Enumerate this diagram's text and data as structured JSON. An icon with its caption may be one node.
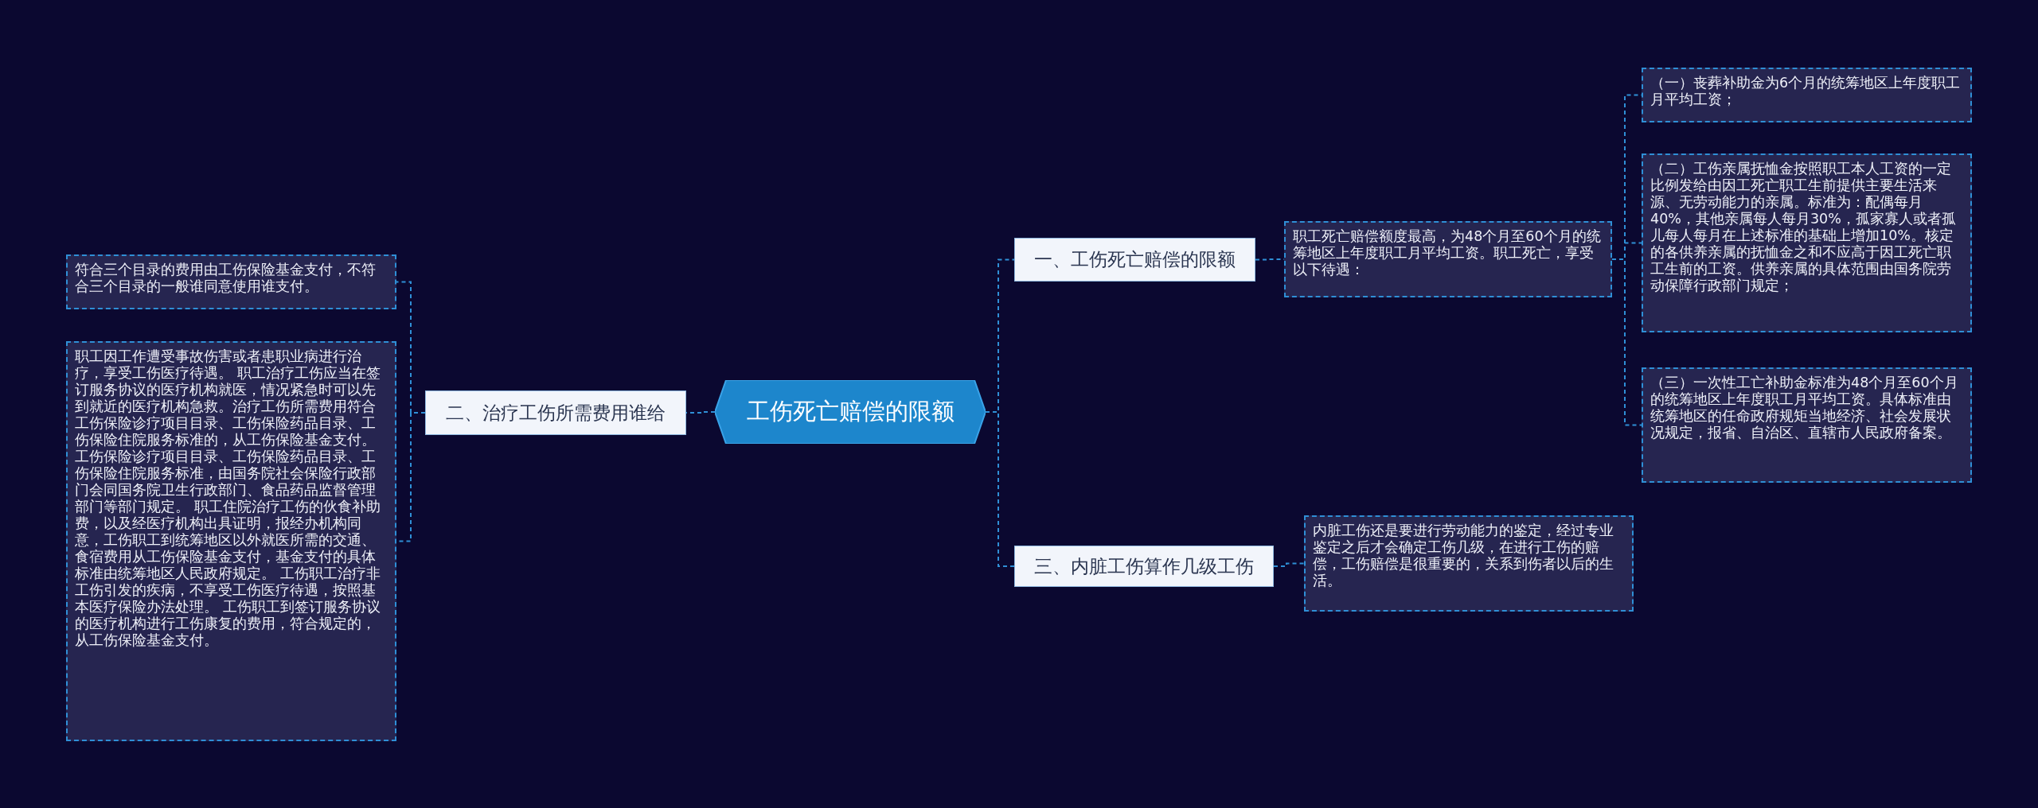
{
  "diagram": {
    "nodes": [
      {
        "text": [
          "工伤死亡赔偿的限额"
        ]
      },
      {
        "text": [
          "一、工伤死亡赔偿的限额"
        ]
      },
      {
        "text": [
          "职工死亡赔偿额度最高，为48个月至60个月的统筹地区上年度职工月平均工资。职工死亡，享受以下待遇："
        ]
      },
      {
        "text": [
          "（一）丧葬补助金为6个月的统筹地区上年度职工月平均工资；"
        ]
      },
      {
        "text": [
          "（二）工伤亲属抚恤金按照职工本人工资的一定比例发给由因工死亡职工生前提供主要生活来源、无劳动能力的亲属。标准为：配偶每月40%，其他亲属每人每月30%，孤家寡人或者孤儿每人每月在上述标准的基础上增加10%。核定的各供养亲属的抚恤金之和不应高于因工死亡职工生前的工资。供养亲属的具体范围由国务院劳动保障行政部门规定；"
        ]
      },
      {
        "text": [
          "（三）一次性工亡补助金标准为48个月至60个月的统筹地区上年度职工月平均工资。具体标准由统筹地区的任命政府规矩当地经济、社会发展状况规定，报省、自治区、直辖市人民政府备案。"
        ]
      },
      {
        "text": [
          "二、治疗工伤所需费用谁给"
        ]
      },
      {
        "text": [
          "符合三个目录的费用由工伤保险基金支付，不符合三个目录的一般谁同意使用谁支付。"
        ]
      },
      {
        "text": [
          "职工因工作遭受事故伤害或者患职业病进行治疗，享受工伤医疗待遇。 职工治疗工伤应当在签订服务协议的医疗机构就医，情况紧急时可以先到就近的医疗机构急救。治疗工伤所需费用符合工伤保险诊疗项目目录、工伤保险药品目录、工伤保险住院服务标准的，从工伤保险基金支付。工伤保险诊疗项目目录、工伤保险药品目录、工伤保险住院服务标准，由国务院社会保险行政部门会同国务院卫生行政部门、食品药品监督管理部门等部门规定。 职工住院治疗工伤的伙食补助费，以及经医疗机构出具证明，报经办机构同意，工伤职工到统筹地区以外就医所需的交通、食宿费用从工伤保险基金支付，基金支付的具体标准由统筹地区人民政府规定。 工伤职工治疗非工伤引发的疾病，不享受工伤医疗待遇，按照基本医疗保险办法处理。 工伤职工到签订服务协议的医疗机构进行工伤康复的费用，符合规定的，从工伤保险基金支付。"
        ]
      },
      {
        "text": [
          "三、内脏工伤算作几级工伤"
        ]
      },
      {
        "text": [
          "内脏工伤还是要进行劳动能力的鉴定，经过专业鉴定之后才会确定工伤几级，在进行工伤的赔偿，工伤赔偿是很重要的，关系到伤者以后的生活。"
        ]
      }
    ],
    "edges": [
      {
        "from": 0,
        "to": 1,
        "arrow": "none"
      },
      {
        "from": 1,
        "to": 2,
        "arrow": "none"
      },
      {
        "from": 2,
        "to": 3,
        "arrow": "none"
      },
      {
        "from": 2,
        "to": 4,
        "arrow": "none"
      },
      {
        "from": 2,
        "to": 5,
        "arrow": "none"
      },
      {
        "from": 0,
        "to": 6,
        "arrow": "none"
      },
      {
        "from": 6,
        "to": 7,
        "arrow": "none"
      },
      {
        "from": 6,
        "to": 8,
        "arrow": "none"
      },
      {
        "from": 0,
        "to": 9,
        "arrow": "none"
      },
      {
        "from": 9,
        "to": 10,
        "arrow": "none"
      }
    ]
  }
}
